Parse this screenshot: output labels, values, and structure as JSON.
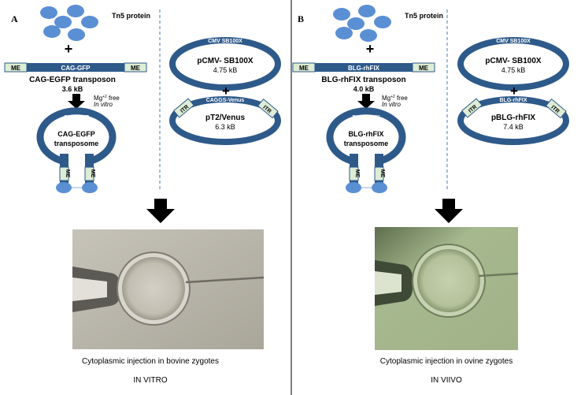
{
  "colors": {
    "ring": "#2E5A8A",
    "protein": "#5B8FD4",
    "me_box": "#DDEDD5",
    "divider_dashed": "#4F79B5",
    "micro_bg": "#B8B5A9",
    "micro_bg_b": "#9DAE88"
  },
  "panel_a": {
    "letter": "A",
    "tn5_label": "Tn5 protein",
    "plus_1": "+",
    "transposon_bar_label": "CAG-GFP",
    "me_left": "ME",
    "me_right": "ME",
    "transposon_name": "CAG-EGFP transposon",
    "transposon_size": "3.6 kB",
    "condition_1": "Mg",
    "condition_sup": "+2",
    "condition_2": " free",
    "condition_3": "In vitro",
    "transposome_ring_label": "CAG-GFP",
    "transposome_line1": "CAG-EGFP",
    "transposome_line2": "transposome",
    "me_stem_left": "ME",
    "me_stem_right": "ME",
    "plasmid1_label": "CMV SB100X",
    "plasmid1_name": "pCMV- SB100X",
    "plasmid1_size": "4.75 kB",
    "plus_2": "+",
    "plasmid2_label": "CAGGS-Venus",
    "plasmid2_itr_left": "ITR",
    "plasmid2_itr_right": "ITR",
    "plasmid2_name": "pT2/Venus",
    "plasmid2_size": "6.3 kB",
    "caption": "Cytoplasmic injection in bovine zygotes",
    "mode": "IN VITRO"
  },
  "panel_b": {
    "letter": "B",
    "tn5_label": "Tn5 protein",
    "plus_1": "+",
    "transposon_bar_label": "BLG-rhFIX",
    "me_left": "ME",
    "me_right": "ME",
    "transposon_name": "BLG-rhFIX transposon",
    "transposon_size": "4.0 kB",
    "condition_1": "Mg",
    "condition_sup": "+2",
    "condition_2": " free",
    "condition_3": "In vitro",
    "transposome_ring_label": "BLG-rhFIX",
    "transposome_line1": "BLG-rhFIX",
    "transposome_line2": "transposome",
    "me_stem_left": "ME",
    "me_stem_right": "ME",
    "plasmid1_label": "CMV SB100X",
    "plasmid1_name": "pCMV- SB100X",
    "plasmid1_size": "4.75 kB",
    "plus_2": "+",
    "plasmid2_label": "BLG-rhFIX",
    "plasmid2_itr_left": "ITR",
    "plasmid2_itr_right": "ITR",
    "plasmid2_name": "pBLG-rhFIX",
    "plasmid2_size": "7.4 kB",
    "caption": "Cytoplasmic injection in ovine zygotes",
    "mode": "IN VIIVO"
  }
}
